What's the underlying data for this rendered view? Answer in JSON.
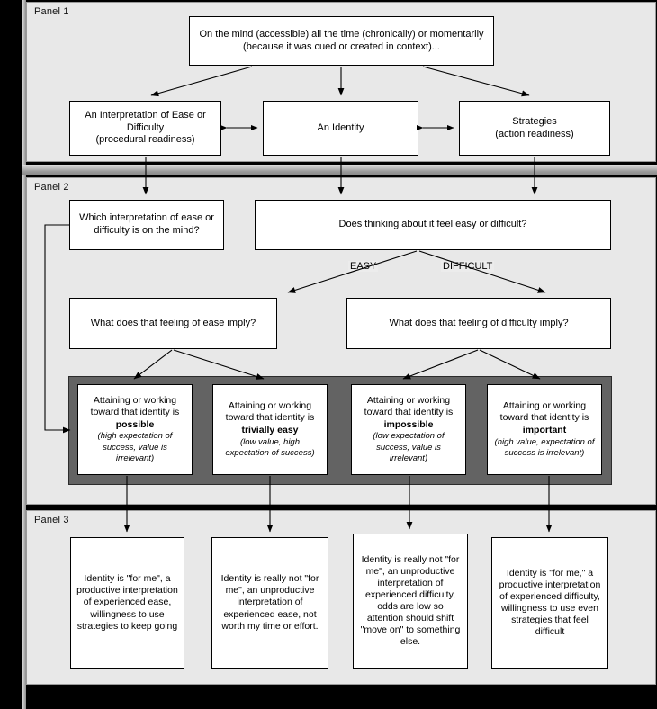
{
  "panels": [
    {
      "label": "Panel 1"
    },
    {
      "label": "Panel 2"
    },
    {
      "label": "Panel 3"
    }
  ],
  "panel1": {
    "top_box": "On the mind (accessible) all the time (chronically) or momentarily (because it was cued or created in context)...",
    "left_box_line1": "An Interpretation of Ease or",
    "left_box_line2": "Difficulty",
    "left_box_line3": "(procedural readiness)",
    "center_box": "An Identity",
    "right_box_line1": "Strategies",
    "right_box_line2": "(action readiness)"
  },
  "panel2": {
    "which_interp": "Which interpretation of ease or difficulty is on the mind?",
    "does_thinking": "Does thinking about it feel easy or difficult?",
    "branch_easy": "EASY",
    "branch_difficult": "DIFFICULT",
    "ease_imply": "What does that feeling of ease imply?",
    "difficulty_imply": "What does that feeling of difficulty imply?",
    "outcomes": [
      {
        "lead": "Attaining or working toward that identity is",
        "key": "possible",
        "note": "(high expectation of success, value is irrelevant)"
      },
      {
        "lead": "Attaining or working toward that identity is",
        "key": "trivially easy",
        "note": "(low value, high expectation of success)"
      },
      {
        "lead": "Attaining or working toward that identity is",
        "key": "impossible",
        "note": "(low expectation of success, value is irrelevant)"
      },
      {
        "lead": "Attaining or working toward that identity is",
        "key": "important",
        "note": "(high value, expectation of success is irrelevant)"
      }
    ]
  },
  "panel3": {
    "boxes": [
      "Identity is \"for me\", a productive interpretation of experienced ease, willingness to use strategies to keep going",
      "Identity is really not \"for me\", an unproductive interpretation of experienced ease, not worth my time or effort.",
      "Identity is really not \"for me\", an unproductive interpretation of experienced difficulty, odds are low so attention should shift \"move on\" to something else.",
      "Identity is \"for me,\" a productive interpretation of experienced difficulty, willingness to use even strategies that feel difficult"
    ]
  },
  "colors": {
    "panel_bg": "#e8e8e8",
    "gray_frame": "#636363",
    "box_bg": "#ffffff",
    "line": "#000000",
    "backdrop": "#000000"
  }
}
